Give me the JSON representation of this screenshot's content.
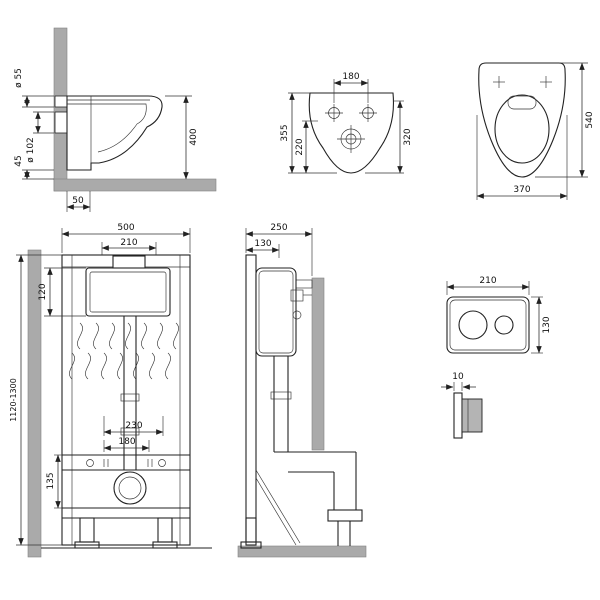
{
  "drawing": {
    "background": "#ffffff",
    "line_color": "#222222",
    "wall_color": "#aaaaaa",
    "views": {
      "toilet_side": {
        "dia_inlet": "ø 55",
        "dia_outlet": "ø 102",
        "height_outlet": "45",
        "offset_floor": "50",
        "height_bowl": "400"
      },
      "toilet_back": {
        "hole_spacing": "180",
        "height_total": "355",
        "height_drain": "220",
        "height_holes": "320"
      },
      "toilet_top": {
        "depth": "540",
        "width": "370"
      },
      "frame_front": {
        "width": "500",
        "access_width": "210",
        "cistern_height": "120",
        "height_range": "1120-1300",
        "offset_a": "230",
        "offset_b": "180",
        "height_drain": "135"
      },
      "frame_side": {
        "depth": "250",
        "offset_front": "130"
      },
      "plate_front": {
        "width": "210",
        "height": "130"
      },
      "plate_side": {
        "thickness": "10"
      }
    }
  }
}
